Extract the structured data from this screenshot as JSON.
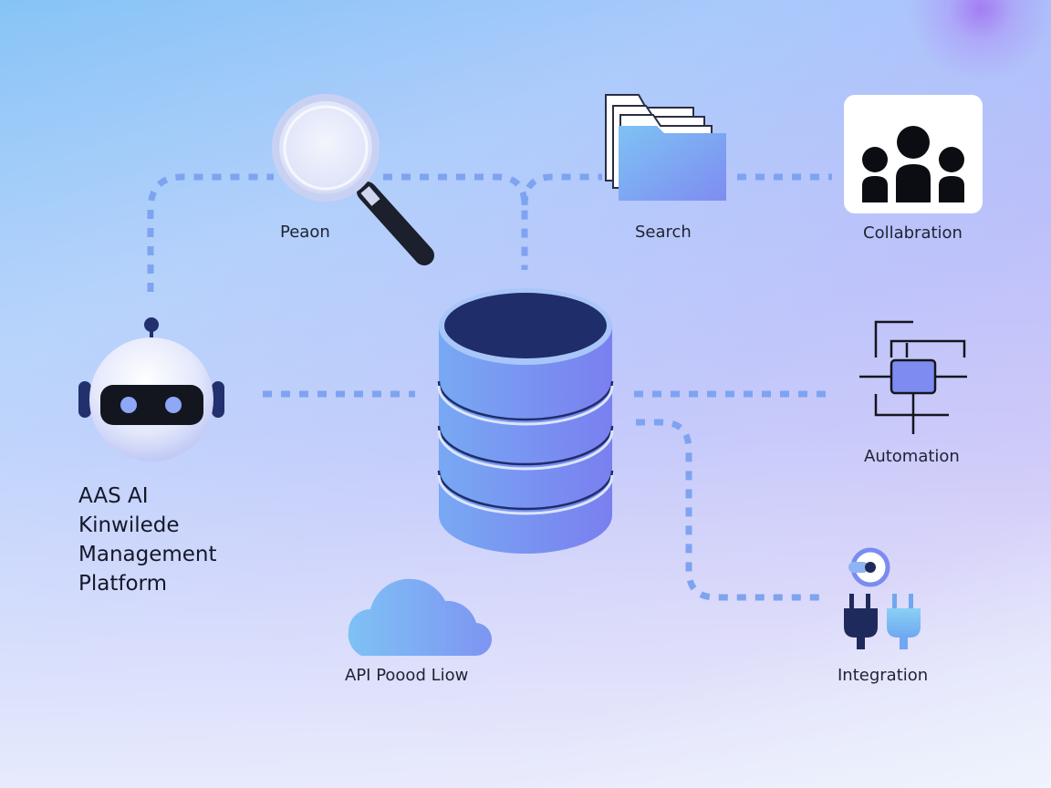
{
  "platform": {
    "title_lines": [
      "AAS AI",
      "Kinwilede",
      "Management",
      "Platform"
    ]
  },
  "nodes": {
    "magnifier": {
      "label": "Peaon",
      "icon": "magnifier-icon"
    },
    "search": {
      "label": "Search",
      "icon": "folder-icon"
    },
    "collaboration": {
      "label": "Collabration",
      "icon": "people-icon"
    },
    "automation": {
      "label": "Automation",
      "icon": "circuit-icon"
    },
    "integration": {
      "label": "Integration",
      "icon": "plug-icon"
    },
    "api": {
      "label": "API Poood Liow",
      "icon": "cloud-icon"
    },
    "database": {
      "icon": "database-icon"
    },
    "robot": {
      "icon": "robot-icon"
    }
  },
  "colors": {
    "connector": "#7ea3f0",
    "database_top": "#1f2d6b",
    "database_body": "#6f8ff1",
    "robot_eye": "#8ea7f6"
  }
}
